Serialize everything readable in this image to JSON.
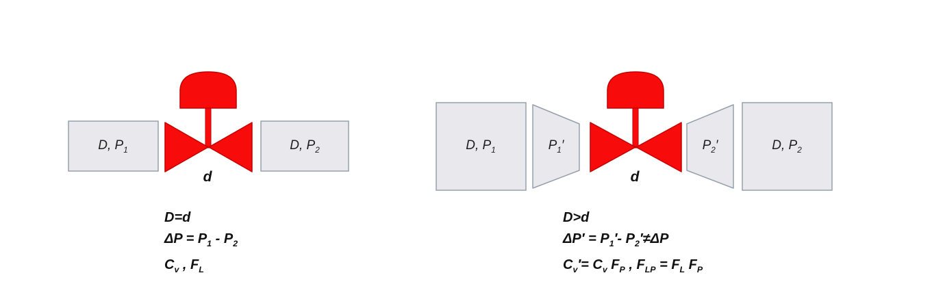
{
  "colors": {
    "valve_red": "#f80b0b",
    "valve_stroke": "#c40000",
    "box_fill": "#e9e9ed",
    "box_stroke": "#96a0ac"
  },
  "left_diagram": {
    "upstream_pipe_label": [
      {
        "text": "D, P"
      },
      {
        "sub": "1"
      }
    ],
    "downstream_pipe_label": [
      {
        "text": "D, P"
      },
      {
        "sub": "2"
      }
    ],
    "valve_diameter_label": [
      {
        "text": "d"
      }
    ],
    "formulas": {
      "line1": [
        {
          "text": "D=d"
        }
      ],
      "line2": [
        {
          "text": "ΔP = P"
        },
        {
          "sub": "1"
        },
        {
          "text": " - P"
        },
        {
          "sub": "2"
        }
      ],
      "line3": [
        {
          "text": "C"
        },
        {
          "sub": "v"
        },
        {
          "text": " , F"
        },
        {
          "sub": "L"
        }
      ]
    }
  },
  "right_diagram": {
    "upstream_pipe_label": [
      {
        "text": "D, P"
      },
      {
        "sub": "1"
      }
    ],
    "inlet_reducer_label": [
      {
        "text": "P"
      },
      {
        "sub": "1"
      },
      {
        "text": "′"
      }
    ],
    "outlet_reducer_label": [
      {
        "text": "P"
      },
      {
        "sub": "2"
      },
      {
        "text": "′"
      }
    ],
    "downstream_pipe_label": [
      {
        "text": "D, P"
      },
      {
        "sub": "2"
      }
    ],
    "valve_diameter_label": [
      {
        "text": "d"
      }
    ],
    "formulas": {
      "line1": [
        {
          "text": "D>d"
        }
      ],
      "line2": [
        {
          "text": "ΔP′ = P"
        },
        {
          "sub": "1"
        },
        {
          "text": "′- P"
        },
        {
          "sub": "2"
        },
        {
          "text": "′≠ΔP"
        }
      ],
      "line3": [
        {
          "text": "C"
        },
        {
          "sub": "v"
        },
        {
          "text": "′= C"
        },
        {
          "sub": "v"
        },
        {
          "text": " F"
        },
        {
          "sub": "P"
        },
        {
          "text": " , F"
        },
        {
          "sub": "LP"
        },
        {
          "text": " = F"
        },
        {
          "sub": "L"
        },
        {
          "text": " F"
        },
        {
          "sub": "P"
        }
      ]
    }
  }
}
